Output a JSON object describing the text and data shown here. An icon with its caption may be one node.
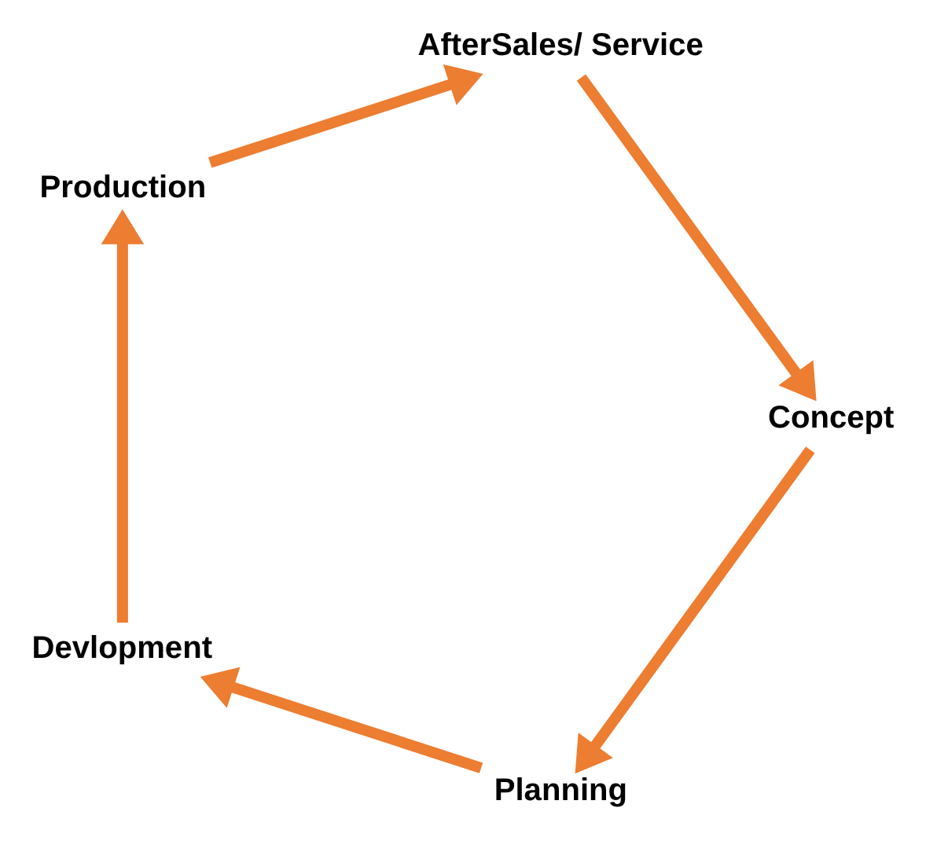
{
  "diagram": {
    "nodes": [
      {
        "text": [
          "Planning"
        ]
      },
      {
        "text": [
          "Devlopment"
        ]
      },
      {
        "text": [
          "Production"
        ]
      },
      {
        "text": [
          "AfterSales/ Service"
        ]
      },
      {
        "text": [
          "Concept"
        ]
      }
    ],
    "edges": [
      {
        "from": 0,
        "to": 1,
        "arrow": "to"
      },
      {
        "from": 1,
        "to": 2,
        "arrow": "to"
      },
      {
        "from": 2,
        "to": 3,
        "arrow": "to"
      },
      {
        "from": 3,
        "to": 4,
        "arrow": "to"
      },
      {
        "from": 4,
        "to": 0,
        "arrow": "to"
      }
    ]
  }
}
